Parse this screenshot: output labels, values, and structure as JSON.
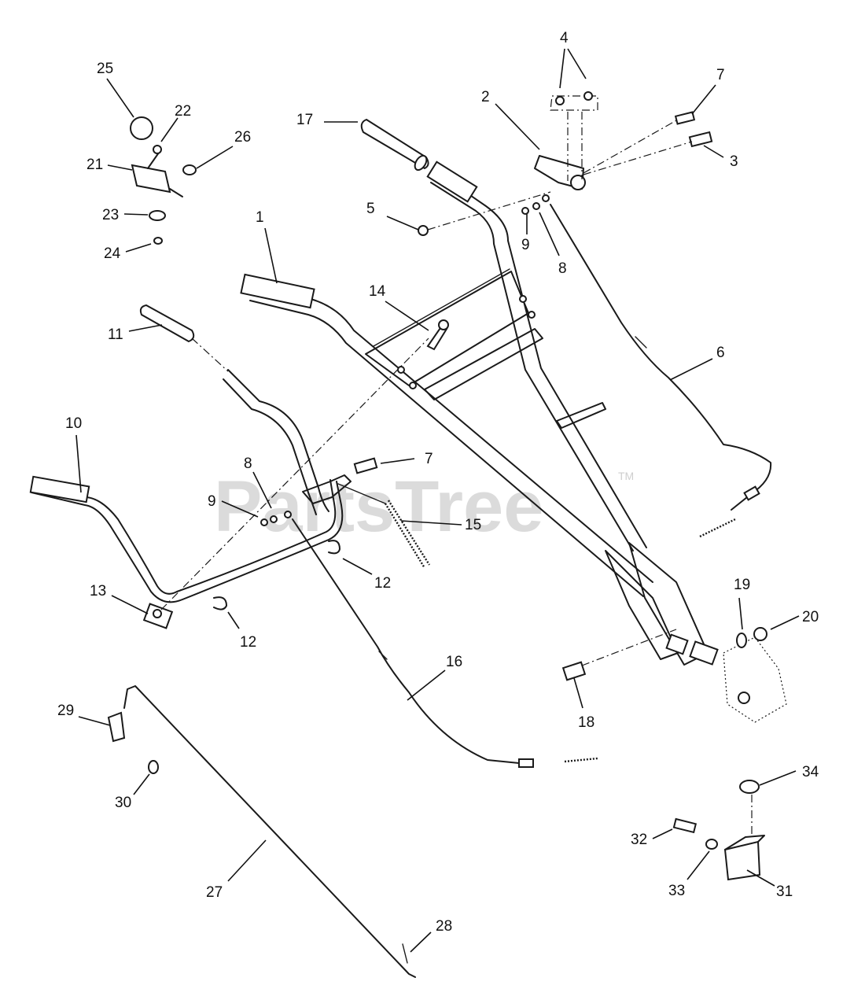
{
  "watermark": {
    "text": "PartsTree",
    "trademark": "TM"
  },
  "callouts": {
    "c1": "1",
    "c2": "2",
    "c3": "3",
    "c4": "4",
    "c5": "5",
    "c6": "6",
    "c7a": "7",
    "c7b": "7",
    "c8a": "8",
    "c8b": "8",
    "c9a": "9",
    "c9b": "9",
    "c10": "10",
    "c11": "11",
    "c12a": "12",
    "c12b": "12",
    "c13": "13",
    "c14": "14",
    "c15": "15",
    "c16": "16",
    "c17": "17",
    "c18": "18",
    "c19": "19",
    "c20": "20",
    "c21": "21",
    "c22": "22",
    "c23": "23",
    "c24": "24",
    "c25": "25",
    "c26": "26",
    "c27": "27",
    "c28": "28",
    "c29": "29",
    "c30": "30",
    "c31": "31",
    "c32": "32",
    "c33": "33",
    "c34": "34"
  }
}
